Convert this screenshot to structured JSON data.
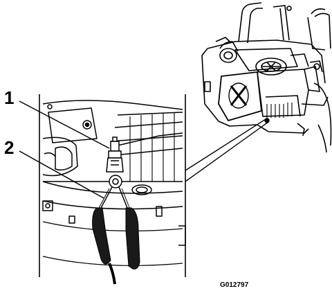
{
  "figure": {
    "code": "G012797",
    "callouts": [
      {
        "number": "1"
      },
      {
        "number": "2"
      }
    ]
  },
  "colors": {
    "line": "#000000",
    "background": "#ffffff",
    "handle": "#1a1a1a"
  }
}
